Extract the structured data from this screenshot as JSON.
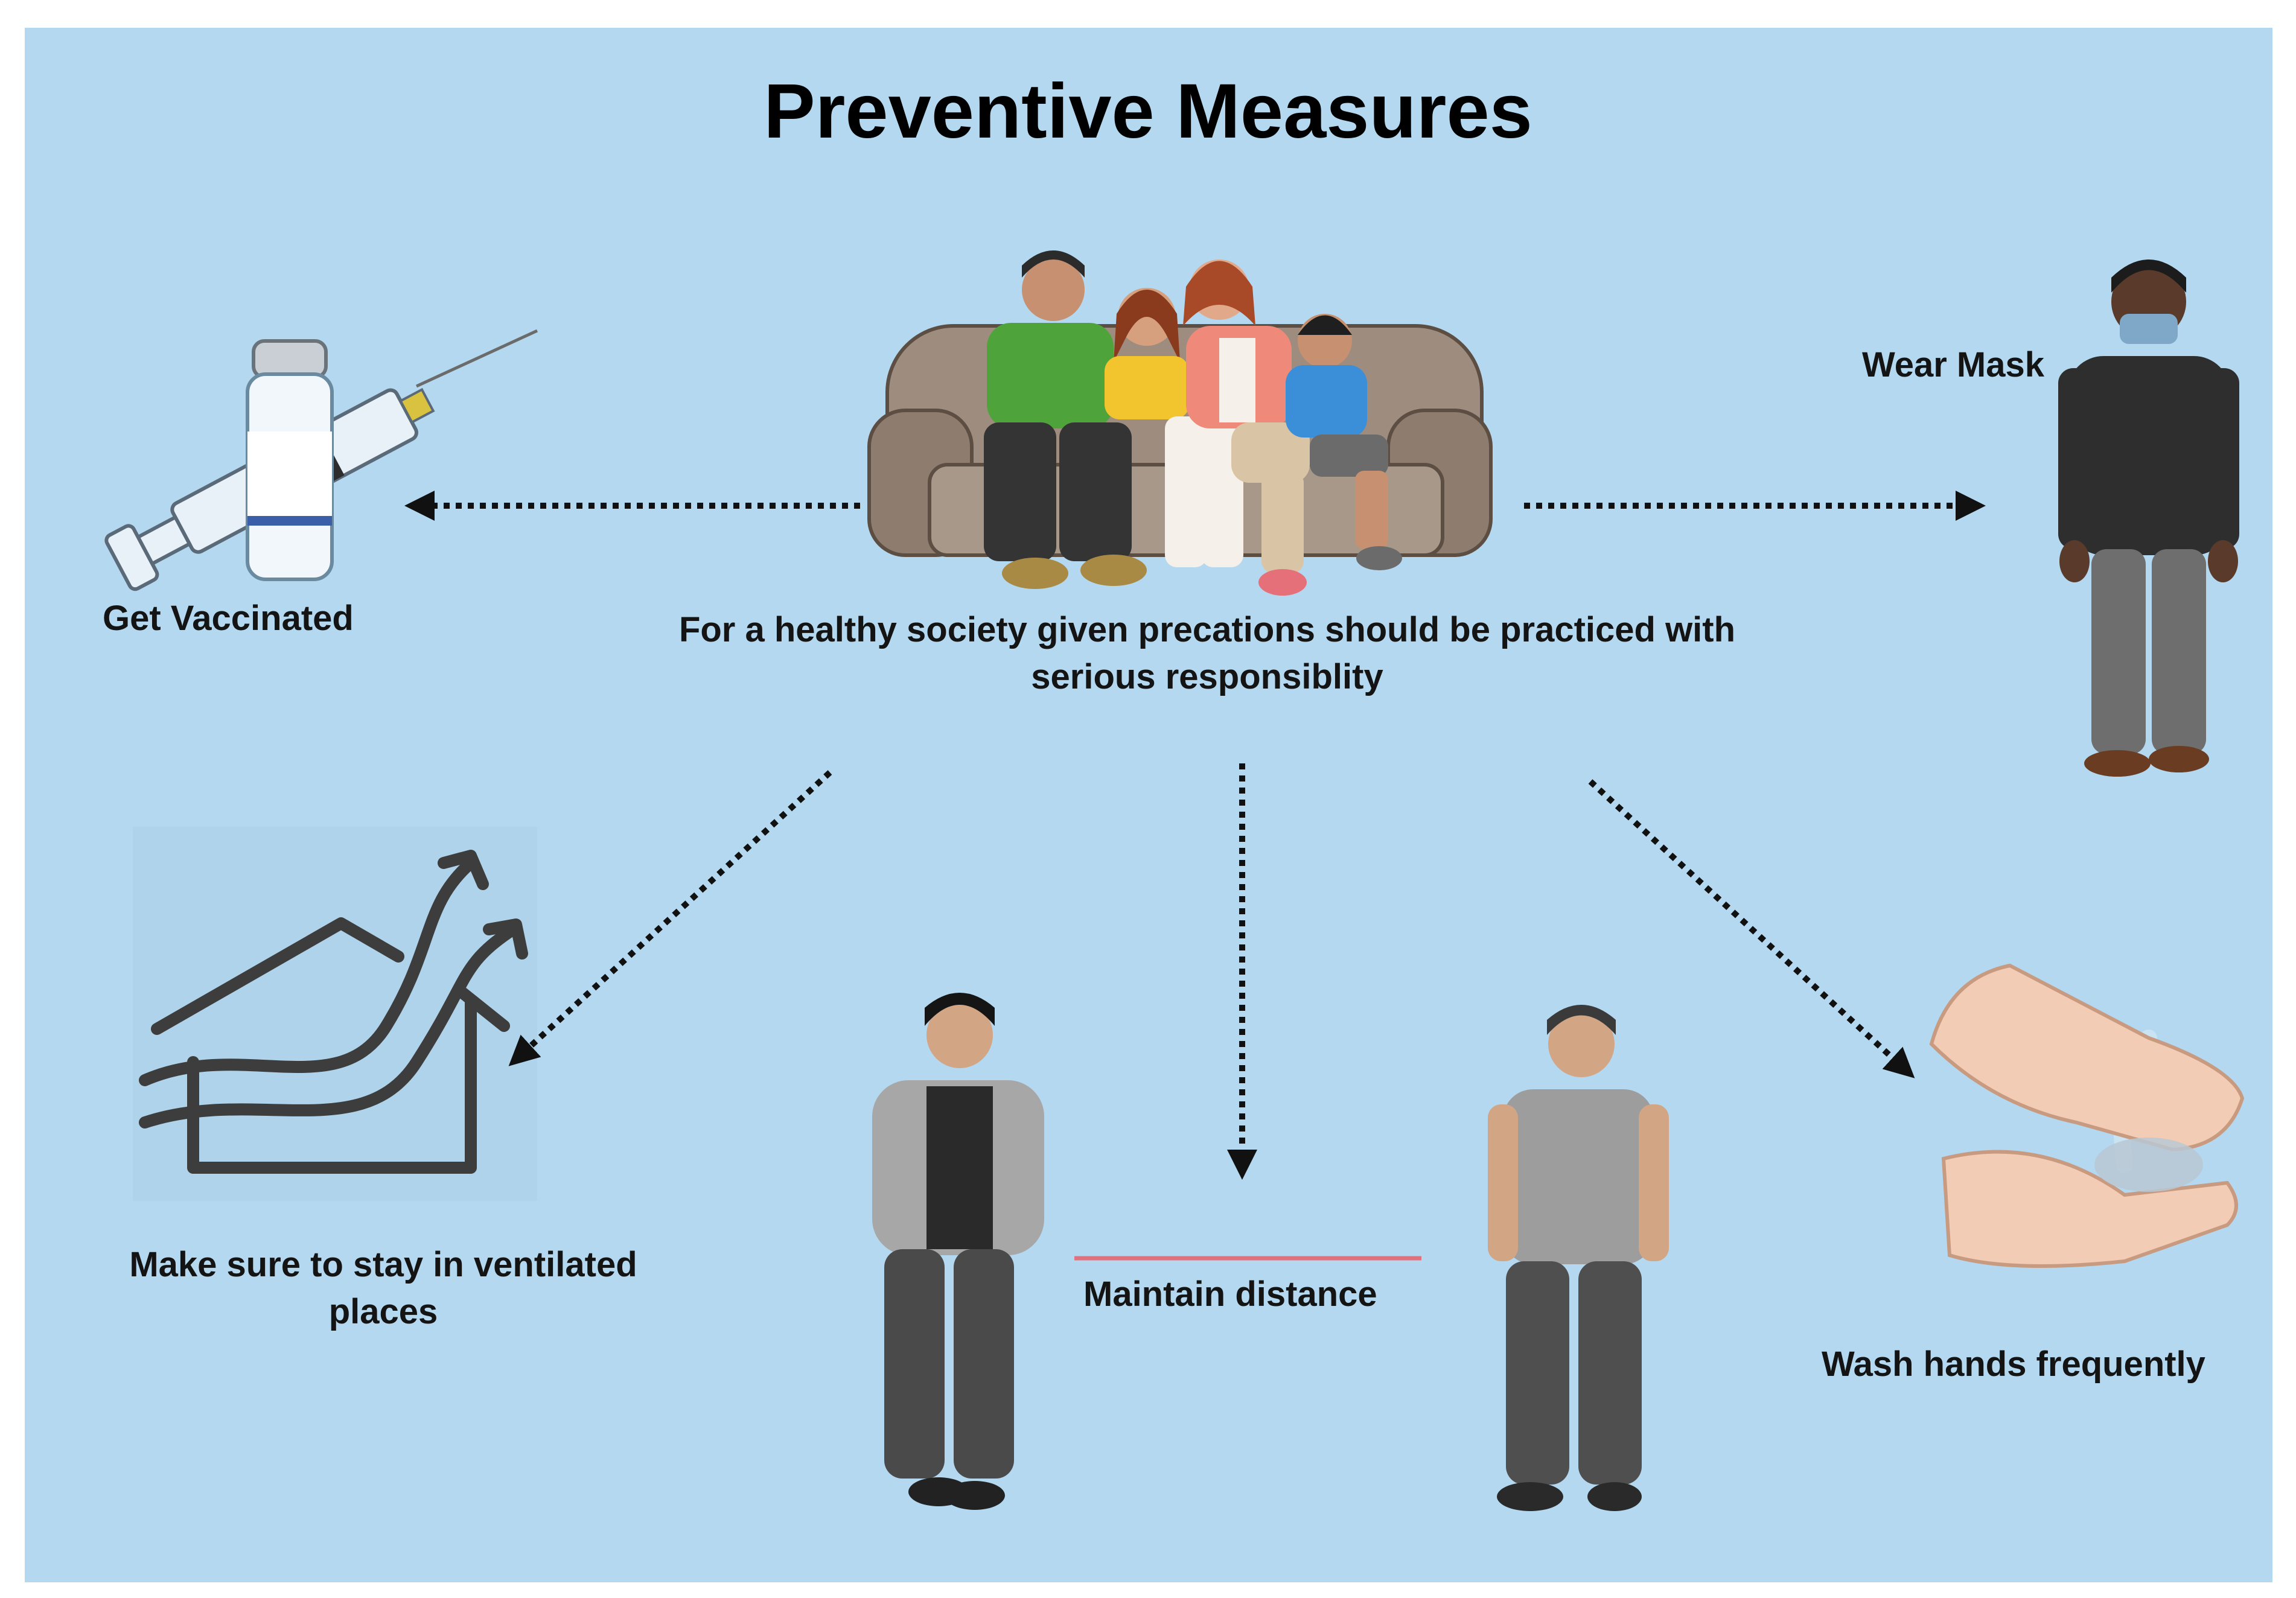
{
  "title": "Preventive Measures",
  "center_caption": "For a healthy society given precations should be practiced with serious responsiblity",
  "measures": {
    "vaccine": "Get Vaccinated",
    "mask": "Wear Mask",
    "ventilation": "Make sure to stay in ventilated places",
    "distance": "Maintain distance",
    "wash": "Wash hands frequently"
  },
  "colors": {
    "background": "#b3d8ef",
    "arrow": "#111111",
    "distance_line": "#e0717d"
  },
  "icons": [
    "family-on-sofa-illustration",
    "vaccine-syringe-icon",
    "masked-man-illustration",
    "ventilated-house-icon",
    "two-men-distance-illustration",
    "washing-hands-illustration"
  ]
}
